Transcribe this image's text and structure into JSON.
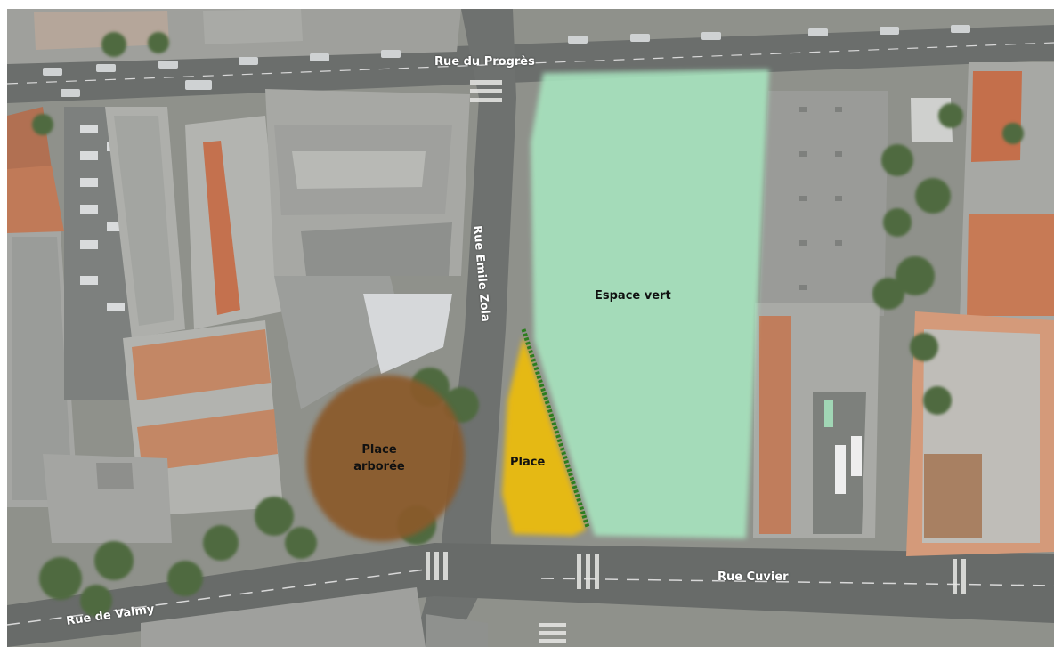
{
  "map": {
    "streets": {
      "rue_du_progres": "Rue du Progrès",
      "rue_emile_zola": "Rue Emile Zola",
      "rue_cuvier": "Rue Cuvier",
      "rue_de_valmy": "Rue de Valmy"
    },
    "zones": {
      "espace_vert": {
        "label": "Espace vert",
        "color": "#a8e6c0"
      },
      "place": {
        "label": "Place",
        "color": "#f5c000"
      },
      "place_arboree": {
        "label": "Place\narborée",
        "color": "#8b5a2b"
      }
    },
    "boundary_line_color": "#2e7d1f"
  }
}
